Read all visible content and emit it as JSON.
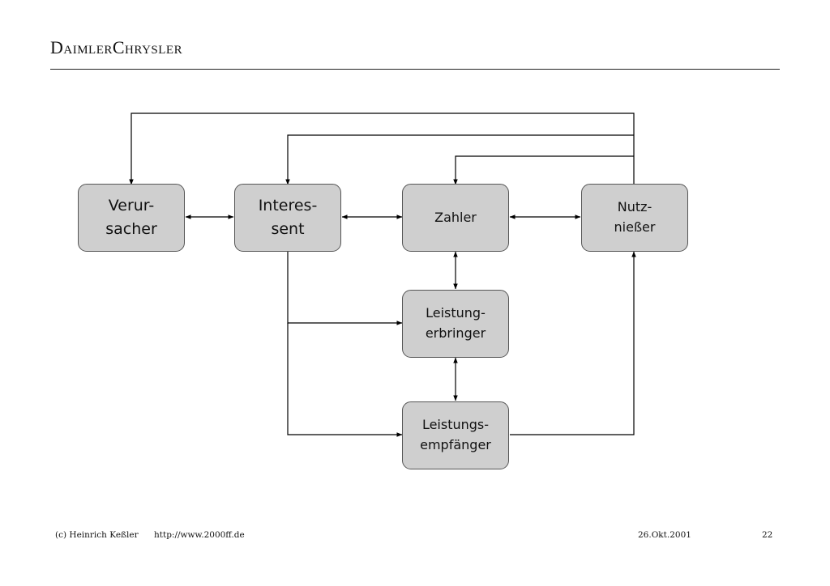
{
  "header": {
    "logo_text": "DaimlerChrysler"
  },
  "diagram": {
    "nodes": {
      "verursacher": "Verur-\nsacher",
      "interessent": "Interes-\nsent",
      "zahler": "Zahler",
      "nutzniesser": "Nutz-\nnießer",
      "leistungserbringer": "Leistung-\nerbringer",
      "leistungsempfaenger": "Leistungs-\nempfänger"
    }
  },
  "footer": {
    "copyright": "(c) Heinrich Keßler",
    "url": "http://www.2000ff.de",
    "date": "26.Okt.2001",
    "page_number": "22"
  },
  "colors": {
    "box_fill": "#cfcfcf",
    "line": "#000000"
  }
}
